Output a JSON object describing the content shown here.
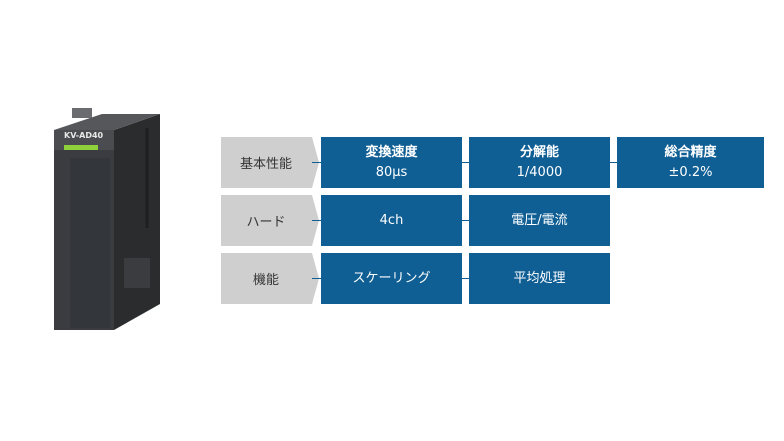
{
  "product": {
    "model_label": "KV-AD40",
    "colors": {
      "body": "#2f3133",
      "top": "#4a4c4f",
      "accent_strip": "#8fd13a"
    }
  },
  "colors": {
    "cell_bg": "#0f5e94",
    "label_bg": "#cfcfcf",
    "label_text": "#333333",
    "cell_text": "#ffffff"
  },
  "rows": [
    {
      "label": "基本性能",
      "cells": [
        {
          "title": "変換速度",
          "value": "80µs"
        },
        {
          "title": "分解能",
          "value": "1/4000"
        },
        {
          "title": "総合精度",
          "value": "±0.2%"
        }
      ]
    },
    {
      "label": "ハード",
      "cells": [
        {
          "value": "4ch"
        },
        {
          "value": "電圧/電流"
        }
      ]
    },
    {
      "label": "機能",
      "cells": [
        {
          "value": "スケーリング"
        },
        {
          "value": "平均処理"
        }
      ]
    }
  ]
}
